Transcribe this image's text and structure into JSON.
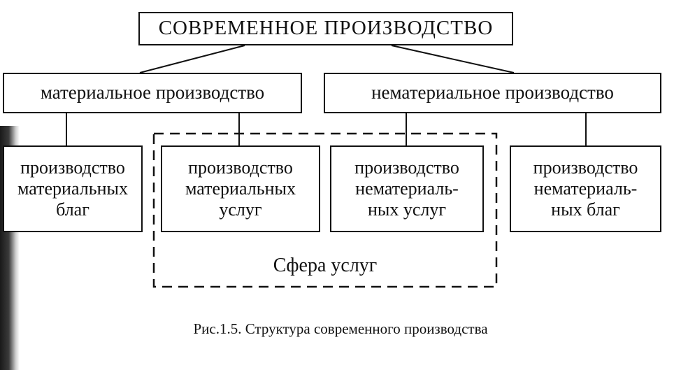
{
  "diagram": {
    "root": {
      "label": "СОВРЕМЕННОЕ ПРОИЗВОДСТВО"
    },
    "branches": [
      {
        "label": "материальное производство"
      },
      {
        "label": "нематериальное производство"
      }
    ],
    "leaves": [
      {
        "label": "производство\nматериальных\nблаг"
      },
      {
        "label": "производство\nматериальных\nуслуг"
      },
      {
        "label": "производство\nнематериаль-\nных услуг"
      },
      {
        "label": "производство\nнематериаль-\nных благ"
      }
    ],
    "group_label": "Сфера услуг",
    "caption": "Рис.1.5. Структура современного производства"
  }
}
